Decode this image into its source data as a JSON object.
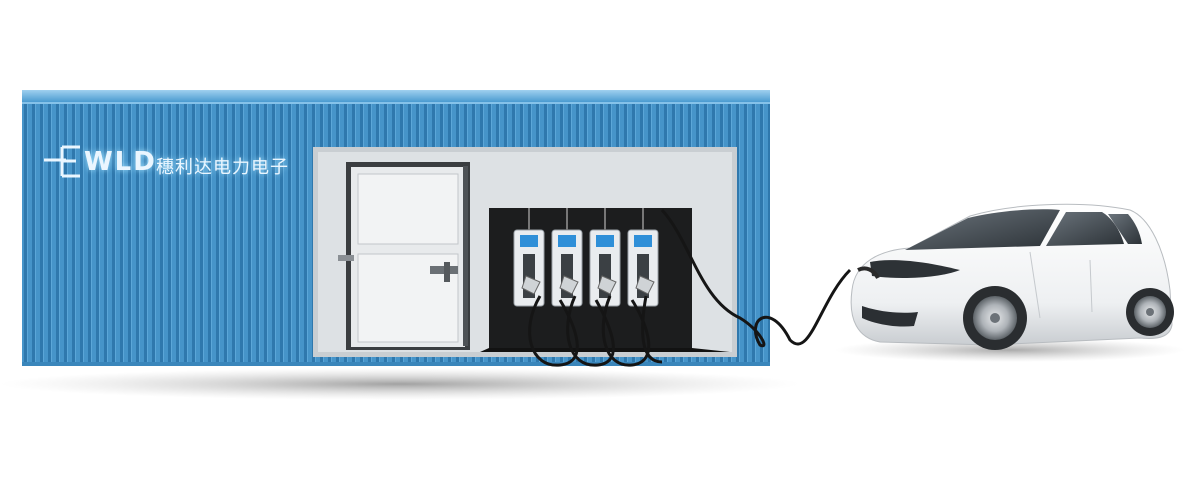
{
  "logo": {
    "mark": "E",
    "text": "WLD",
    "chinese_text": "穗利达电力电子"
  },
  "colors": {
    "container_blue": "#3d8fc6",
    "container_stripe": "#2f7cb3",
    "panel_grey": "#d6dadd",
    "charger_bay": "#1a1a1a",
    "car_body": "#f4f5f6"
  },
  "chargers": [
    {
      "name": "charger-1"
    },
    {
      "name": "charger-2"
    },
    {
      "name": "charger-3"
    },
    {
      "name": "charger-4"
    }
  ]
}
